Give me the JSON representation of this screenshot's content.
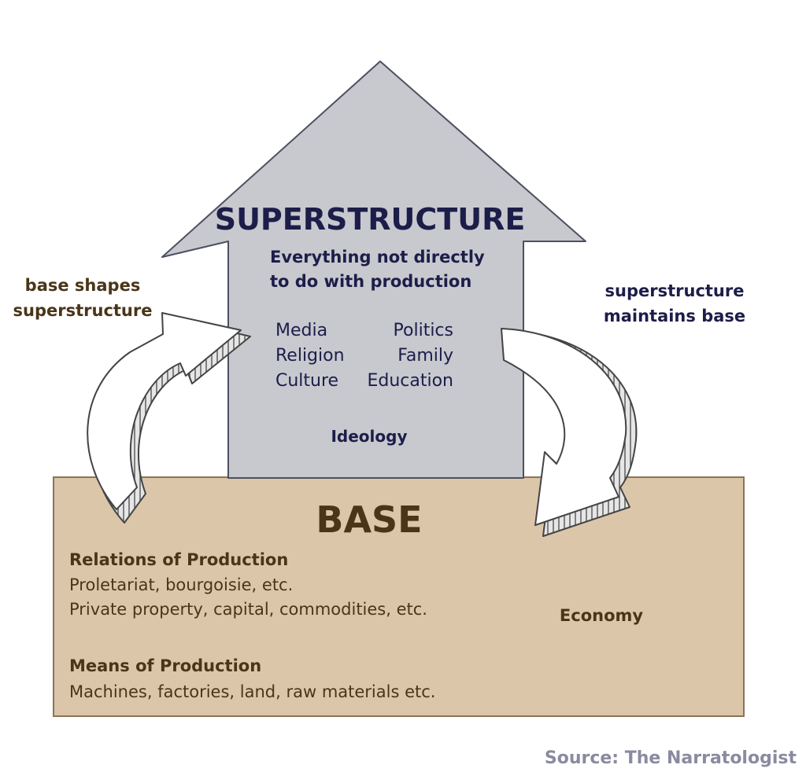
{
  "superstructure": {
    "title": "SUPERSTRUCTURE",
    "subtitle_line1": "Everything not directly",
    "subtitle_line2": "to do with production",
    "items_left": [
      "Media",
      "Religion",
      "Culture"
    ],
    "items_right": [
      "Politics",
      "Family",
      "Education"
    ],
    "footer": "Ideology"
  },
  "base": {
    "title": "BASE",
    "relations": {
      "heading": "Relations of Production",
      "line1": "Proletariat, bourgoisie, etc.",
      "line2": "Private property, capital, commodities, etc."
    },
    "means": {
      "heading": "Means of Production",
      "line1": "Machines, factories, land, raw materials etc."
    },
    "side_label": "Economy"
  },
  "left_arrow": {
    "line1": "base shapes",
    "line2": "superstructure"
  },
  "right_arrow": {
    "line1": "superstructure",
    "line2": "maintains base"
  },
  "source": "Source: The Narratologist",
  "colors": {
    "house_fill": "#c7c9ce",
    "house_stroke": "#4d5061",
    "base_fill": "#dcc6aa",
    "base_stroke": "#8a7458",
    "navy_text": "#1d1d4a",
    "brown_text": "#4a3518",
    "source_text": "#8a8aa0"
  }
}
